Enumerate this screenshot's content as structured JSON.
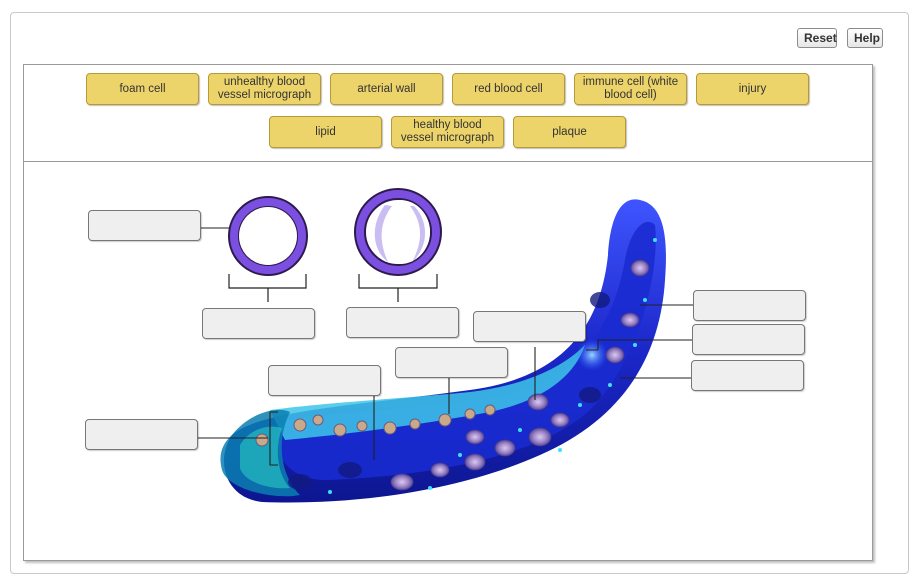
{
  "toolbar": {
    "reset_label": "Reset",
    "help_label": "Help"
  },
  "label_bank": [
    "foam cell",
    "unhealthy blood vessel micrograph",
    "arterial wall",
    "red blood cell",
    "immune cell (white blood cell)",
    "injury",
    "lipid",
    "healthy blood vessel micrograph",
    "plaque"
  ],
  "drop_targets_filled": [],
  "colors": {
    "tile_fill": "#edd46a",
    "vessel_blue": "#2230d8",
    "micrograph_purple": "#6a3fd0"
  }
}
